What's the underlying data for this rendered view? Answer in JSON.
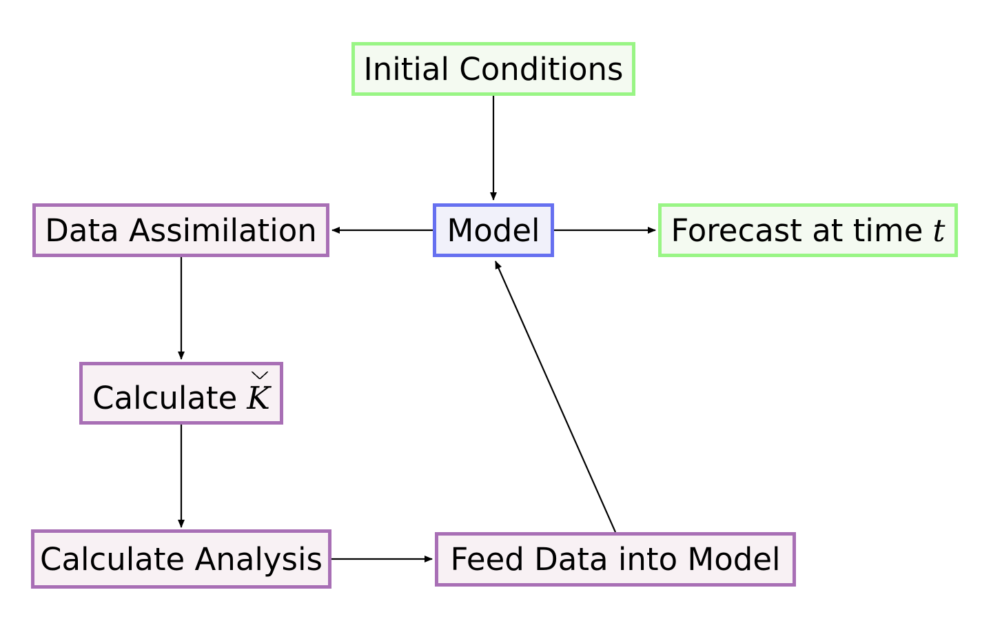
{
  "colors": {
    "input_output_border": "#99F585",
    "input_output_fill": "#F4FAF1",
    "model_border": "#6670F0",
    "model_fill": "#F1F1FA",
    "process_border": "#A86FB5",
    "process_fill": "#F8F1F4",
    "edge": "#000000"
  },
  "nodes": {
    "initial_conditions": {
      "label": "Initial Conditions"
    },
    "model": {
      "label": "Model"
    },
    "forecast": {
      "label": "Forecast at time",
      "variable": "t"
    },
    "data_assimilation": {
      "label": "Data Assimilation"
    },
    "calculate_k": {
      "label": "Calculate",
      "variable": "K"
    },
    "calculate_analysis": {
      "label": "Calculate Analysis"
    },
    "feed_data": {
      "label": "Feed Data into Model"
    }
  },
  "edges": [
    {
      "from": "initial_conditions",
      "to": "model"
    },
    {
      "from": "model",
      "to": "data_assimilation"
    },
    {
      "from": "model",
      "to": "forecast"
    },
    {
      "from": "data_assimilation",
      "to": "calculate_k"
    },
    {
      "from": "calculate_k",
      "to": "calculate_analysis"
    },
    {
      "from": "calculate_analysis",
      "to": "feed_data"
    },
    {
      "from": "feed_data",
      "to": "model"
    }
  ]
}
